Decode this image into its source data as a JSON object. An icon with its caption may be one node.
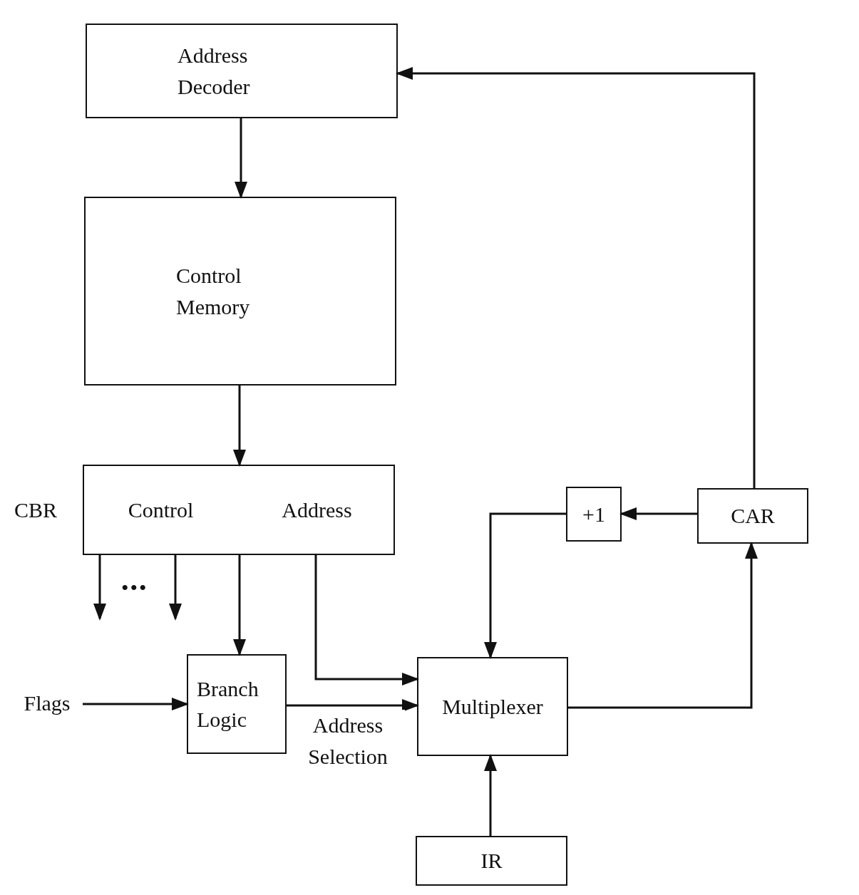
{
  "diagram": {
    "nodes": [
      {
        "text": [
          "Address Decoder"
        ]
      },
      {
        "text": [
          "Control Memory"
        ]
      },
      {
        "text": [
          "CBR",
          "Control",
          "Address"
        ]
      },
      {
        "text": [
          "Branch Logic"
        ]
      },
      {
        "text": [
          "Flags"
        ]
      },
      {
        "text": [
          "Multiplexer"
        ]
      },
      {
        "text": [
          "IR"
        ]
      },
      {
        "text": [
          "+1"
        ]
      },
      {
        "text": [
          "CAR"
        ]
      }
    ],
    "edges": [
      {
        "from": 0,
        "to": 1,
        "arrow": "to"
      },
      {
        "from": 1,
        "to": 2,
        "arrow": "to"
      },
      {
        "from": 2,
        "to": 3,
        "arrow": "to"
      },
      {
        "from": 2,
        "to": null,
        "arrow": "to"
      },
      {
        "from": 2,
        "to": null,
        "arrow": "to"
      },
      {
        "from": 2,
        "to": 5,
        "arrow": "to"
      },
      {
        "from": 4,
        "to": 3,
        "arrow": "to"
      },
      {
        "from": 3,
        "to": 5,
        "arrow": "to",
        "label": "Address Selection"
      },
      {
        "from": 6,
        "to": 5,
        "arrow": "to"
      },
      {
        "from": 5,
        "to": 8,
        "arrow": "to"
      },
      {
        "from": 8,
        "to": 7,
        "arrow": "to"
      },
      {
        "from": 7,
        "to": 5,
        "arrow": "to"
      },
      {
        "from": 8,
        "to": 0,
        "arrow": "to"
      }
    ],
    "labels": [
      "•••"
    ]
  }
}
